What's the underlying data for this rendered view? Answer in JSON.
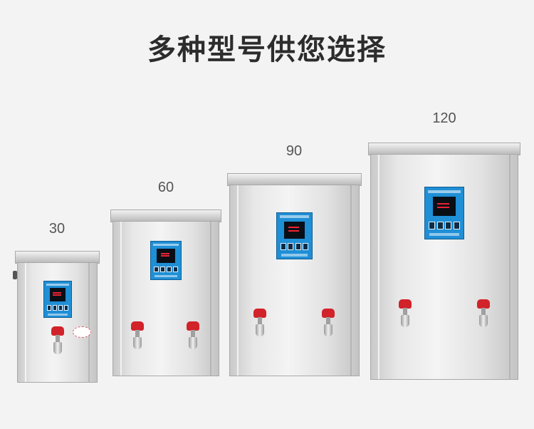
{
  "headline": "多种型号供您选择",
  "models": [
    {
      "label": "30"
    },
    {
      "label": "60"
    },
    {
      "label": "90"
    },
    {
      "label": "120"
    }
  ],
  "colors": {
    "background": "#f3f3f3",
    "headline": "#2c2c2c",
    "control_panel": "#1f8fd6",
    "tap_handle": "#d2222a"
  },
  "icons": {
    "tap": "water-tap-icon",
    "control_panel": "control-panel-icon"
  }
}
